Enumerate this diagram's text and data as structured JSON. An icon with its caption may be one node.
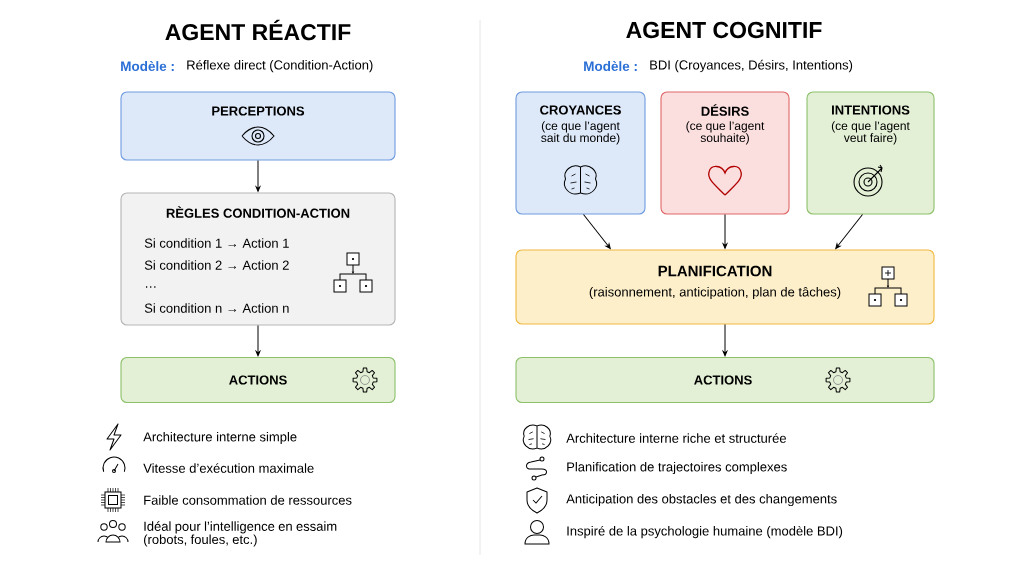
{
  "diagram": {
    "nodes": [
      {
        "text": [
          "PERCEPTIONS"
        ]
      },
      {
        "text": [
          "RÈGLES CONDITION-ACTION",
          "Si condition 1 → Action 1",
          "Si condition 2 → Action 2",
          "…",
          "Si condition n → Action n"
        ]
      },
      {
        "text": [
          "ACTIONS"
        ]
      },
      {
        "text": [
          "CROYANCES",
          "(ce que l’agent sait du monde)"
        ]
      },
      {
        "text": [
          "DÉSIRS",
          "(ce que l’agent souhaite)"
        ]
      },
      {
        "text": [
          "INTENTIONS",
          "(ce que l’agent veut faire)"
        ]
      },
      {
        "text": [
          "PLANIFICATION",
          "(raisonnement, anticipation, plan de tâches)"
        ]
      },
      {
        "text": [
          "ACTIONS"
        ]
      }
    ],
    "edges": [
      {
        "from": 0,
        "to": 1,
        "arrow": "to"
      },
      {
        "from": 1,
        "to": 2,
        "arrow": "to"
      },
      {
        "from": 3,
        "to": 6,
        "arrow": "to"
      },
      {
        "from": 4,
        "to": 6,
        "arrow": "to"
      },
      {
        "from": 5,
        "to": 6,
        "arrow": "to"
      },
      {
        "from": 6,
        "to": 7,
        "arrow": "to"
      }
    ],
    "labels": [
      "AGENT RÉACTIF",
      "Modèle :",
      "Réflexe direct (Condition-Action)",
      "AGENT COGNITIF",
      "Modèle :",
      "BDI (Croyances, Désirs, Intentions)",
      "Architecture interne simple",
      "Vitesse d’exécution maximale",
      "Faible consommation de ressources",
      "Idéal pour l’intelligence en essaim (robots, foules, etc.)",
      "Architecture interne riche et structurée",
      "Planification de trajectoires complexes",
      "Anticipation des obstacles et des changements",
      "Inspiré de la psychologie humaine (modèle BDI)"
    ]
  }
}
